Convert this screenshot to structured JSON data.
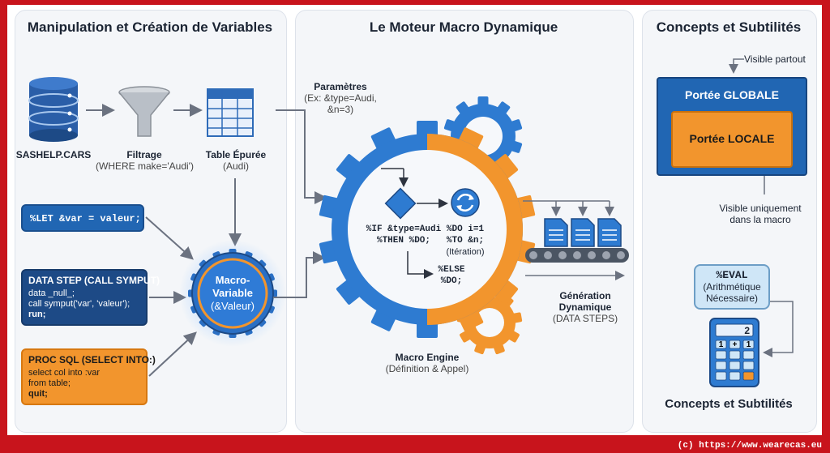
{
  "panels": {
    "left_title": "Manipulation et Création de Variables",
    "middle_title": "Le Moteur Macro Dynamique",
    "right_title": "Concepts et Subtilités"
  },
  "left": {
    "db_label": "SASHELP.CARS",
    "filter_title": "Filtrage",
    "filter_sub": "(WHERE make='Audi')",
    "table_title": "Table Épurée",
    "table_sub": "(Audi)",
    "let_box": "%LET &var = valeur;",
    "datastep_title": "DATA STEP (CALL SYMPUT)",
    "datastep_lines": [
      "data _null_;",
      "  call symput('var', 'valeur');",
      "run;"
    ],
    "procsql_title": "PROC SQL (SELECT INTO:)",
    "procsql_lines": [
      "select col into :var",
      "  from table;",
      "quit;"
    ],
    "macro_var": [
      "Macro-",
      "Variable",
      "(&Valeur)"
    ]
  },
  "middle": {
    "params_title": "Paramètres",
    "params_lines": [
      "(Ex: &type=Audi,",
      "&n=3)"
    ],
    "if_lines": [
      "%IF &type=Audi",
      "%THEN %DO;"
    ],
    "do_lines": [
      "%DO i=1",
      "%TO &n;",
      "(Itération)"
    ],
    "else_lines": [
      "%ELSE",
      "%DO;"
    ],
    "generation_title": [
      "Génération",
      "Dynamique"
    ],
    "generation_sub": "(DATA STEPS)",
    "engine_title": "Macro Engine",
    "engine_sub": "(Définition & Appel)"
  },
  "right": {
    "visible_everywhere": "Visible partout",
    "global_scope": "Portée GLOBALE",
    "local_scope": "Portée LOCALE",
    "visible_macro": [
      "Visible uniquement",
      "dans la macro"
    ],
    "eval_title": "%EVAL",
    "eval_sub": [
      "(Arithmétique",
      "Nécessaire)"
    ],
    "calc_display": "2",
    "calc_keys": [
      "1",
      "+",
      "1"
    ],
    "bottom_title": "Concepts et Subtilités"
  },
  "footer": "(c) https://www.wearecas.eu",
  "colors": {
    "blue": "#2166b3",
    "dark_blue": "#1d4a86",
    "orange": "#f2952d",
    "frame": "#c8141c"
  }
}
